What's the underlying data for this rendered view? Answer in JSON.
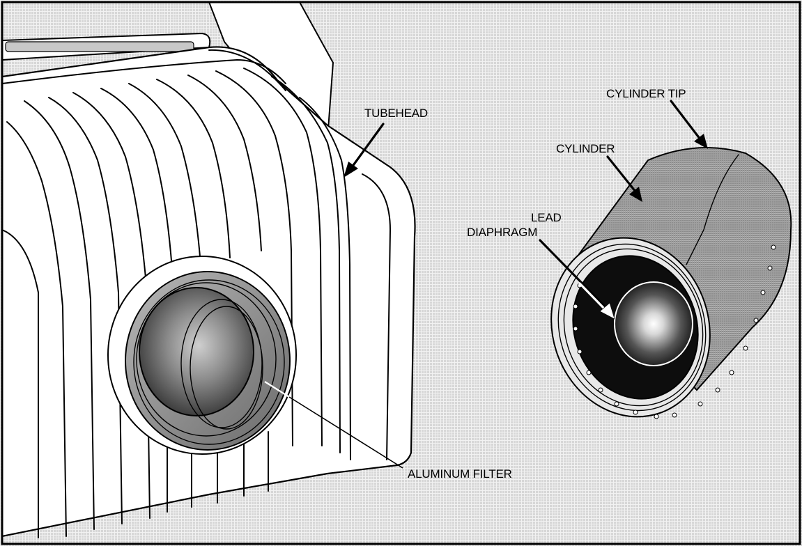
{
  "labels": {
    "tubehead": "TUBEHEAD",
    "cylinder_tip": "CYLINDER  TIP",
    "cylinder": "CYLINDER",
    "lead_line1": "LEAD",
    "lead_line2": "DIAPHRAGM",
    "aluminum_filter": "ALUMINUM  FILTER"
  },
  "colors": {
    "background_pattern": "#d2d2d2",
    "grid_line": "#ffffff",
    "frame": "#000000",
    "diaphragm_face": "#0a0a0a"
  }
}
